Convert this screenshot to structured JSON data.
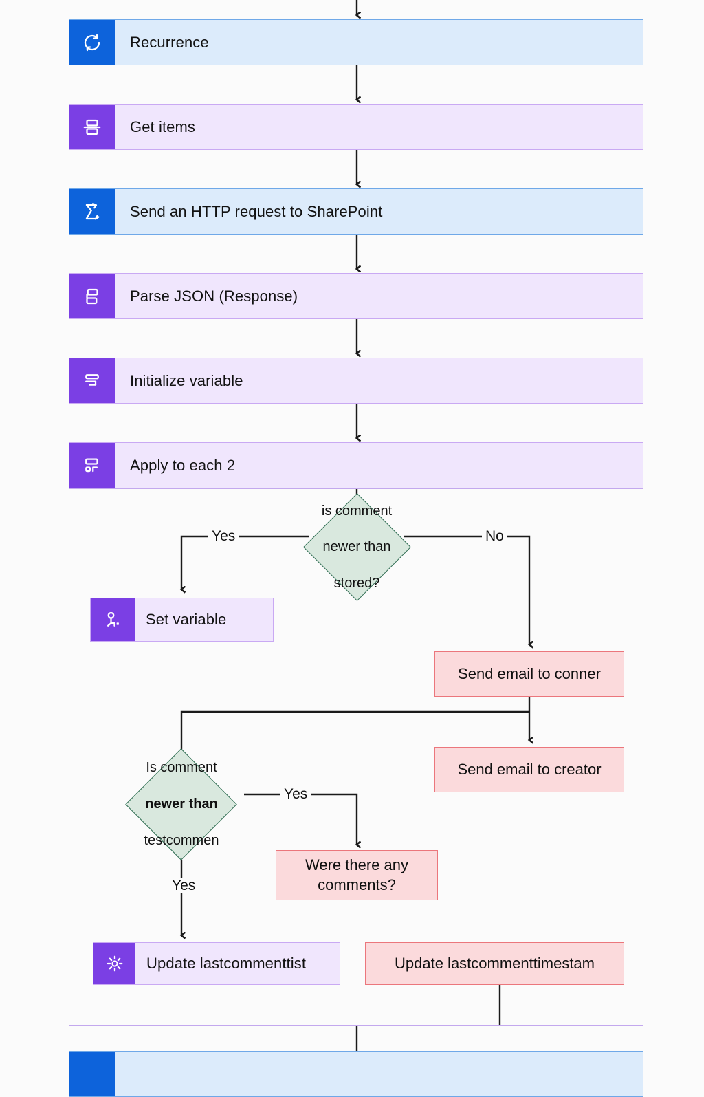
{
  "diagram": {
    "title": "Power Automate flow – SharePoint comment notification",
    "colors": {
      "canvas_background": "#fbfbfb",
      "blue_icon": "#0D63DB",
      "blue_body": "#DCEBFB",
      "blue_border": "#6FA8E8",
      "purple_icon": "#7B3FE4",
      "purple_body": "#F0E6FD",
      "purple_border": "#C9A9F3",
      "condition_fill": "#D9E8DE",
      "condition_border": "#2E6C51",
      "error_fill": "#FBDADC",
      "error_border": "#EB767C",
      "connector": "#1a1a1a"
    }
  },
  "nodes": {
    "recurrence": {
      "label": "Recurrence",
      "icon": "recurrence-icon",
      "style": "blue"
    },
    "get_items": {
      "label": "Get items",
      "icon": "get-items-icon",
      "style": "purple"
    },
    "http_request": {
      "label": "Send an HTTP request to SharePoint",
      "icon": "sharepoint-icon",
      "style": "blue"
    },
    "parse_json": {
      "label": "Parse JSON (Response)",
      "icon": "parse-json-icon",
      "style": "purple"
    },
    "init_variable": {
      "label": "Initialize variable",
      "icon": "initialize-variable-icon",
      "style": "purple"
    },
    "apply_to_each": {
      "label": "Apply to each 2",
      "icon": "apply-to-each-icon",
      "style": "purple"
    },
    "set_variable": {
      "label": "Set variable",
      "icon": "set-variable-icon",
      "style": "purple"
    },
    "update_lastcomment": {
      "label": "Update lastcommenttist",
      "icon": "gear-icon",
      "style": "purple"
    }
  },
  "conditions": {
    "is_comment_newer_than_stored": {
      "line1": "is comment",
      "line2": "newer than",
      "line3": "stored?"
    },
    "is_comment_newer_than_testcomment": {
      "line1": "Is comment",
      "line2": "newer than",
      "line3": "testcommen"
    }
  },
  "error_boxes": {
    "send_email_conner": {
      "label": "Send email to conner"
    },
    "send_email_creator": {
      "label": "Send email to creator"
    },
    "were_there_comments": {
      "label": "Were there any\ncomments?"
    },
    "update_timestamp": {
      "label": "Update lastcommenttimestam"
    }
  },
  "edge_labels": {
    "yes_1": "Yes",
    "no_1": "No",
    "yes_2": "Yes",
    "yes_3": "Yes"
  }
}
